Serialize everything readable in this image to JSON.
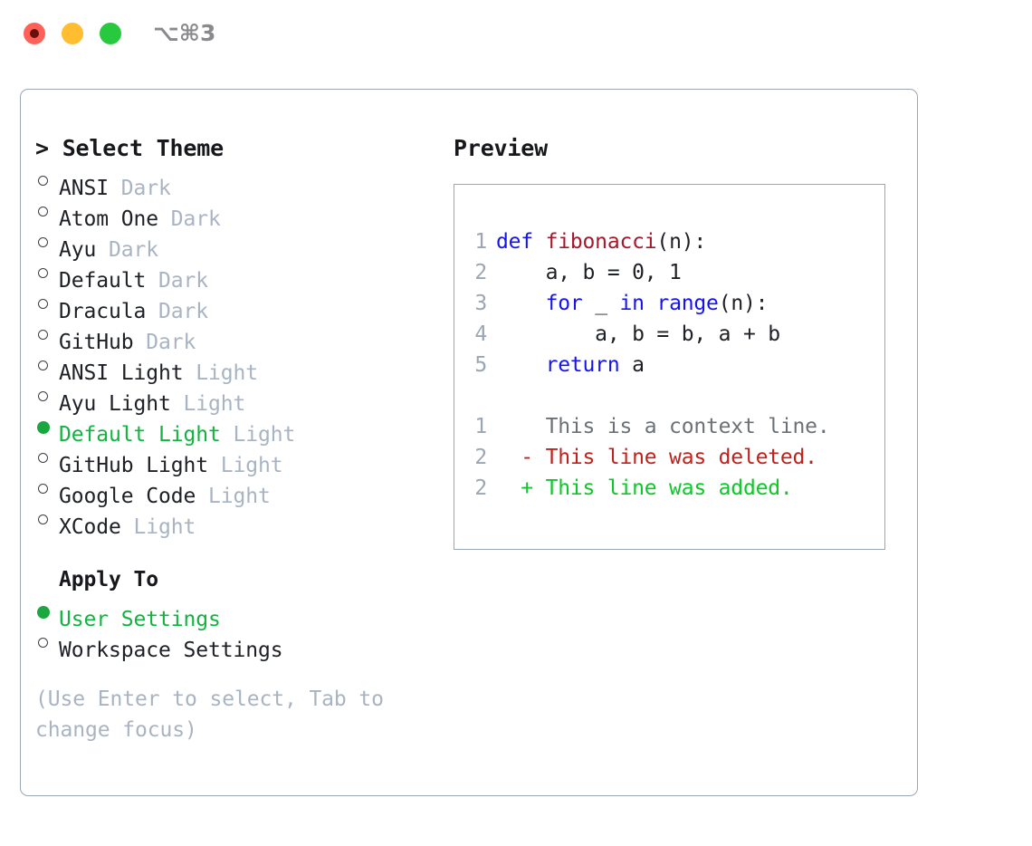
{
  "window": {
    "shortcut": "⌥⌘3",
    "traffic_lights": [
      {
        "name": "close",
        "color": "#ff6159"
      },
      {
        "name": "minimize",
        "color": "#ffbd2f"
      },
      {
        "name": "zoom",
        "color": "#28c93f"
      }
    ]
  },
  "theme_picker": {
    "header": "> Select Theme",
    "selected_color": "#12b341",
    "meta_color": "#a9b4c2",
    "options": [
      {
        "marker": "ring",
        "name": "ANSI",
        "meta": "Dark",
        "selected": false
      },
      {
        "marker": "ring",
        "name": "Atom One",
        "meta": "Dark",
        "selected": false
      },
      {
        "marker": "ring",
        "name": "Ayu",
        "meta": "Dark",
        "selected": false
      },
      {
        "marker": "ring",
        "name": "Default",
        "meta": "Dark",
        "selected": false
      },
      {
        "marker": "ring",
        "name": "Dracula",
        "meta": "Dark",
        "selected": false
      },
      {
        "marker": "ring",
        "name": "GitHub",
        "meta": "Dark",
        "selected": false
      },
      {
        "marker": "ring",
        "name": "ANSI Light",
        "meta": "Light",
        "selected": false
      },
      {
        "marker": "ring",
        "name": "Ayu Light",
        "meta": "Light",
        "selected": false
      },
      {
        "marker": "dot",
        "name": "Default Light",
        "meta": "Light",
        "selected": true
      },
      {
        "marker": "ring",
        "name": "GitHub Light",
        "meta": "Light",
        "selected": false
      },
      {
        "marker": "ring",
        "name": "Google Code",
        "meta": "Light",
        "selected": false
      },
      {
        "marker": "ring",
        "name": "XCode",
        "meta": "Light",
        "selected": false
      }
    ]
  },
  "apply_to": {
    "header": "Apply To",
    "options": [
      {
        "marker": "dot",
        "name": "User Settings",
        "selected": true
      },
      {
        "marker": "ring",
        "name": "Workspace Settings",
        "selected": false
      }
    ]
  },
  "hint": "(Use Enter to select, Tab to change focus)",
  "preview": {
    "header": "Preview",
    "code_lines": [
      {
        "number": "1",
        "spans": [
          {
            "text": "def ",
            "token": "kw"
          },
          {
            "text": "fibonacci",
            "token": "fn"
          },
          {
            "text": "(n):",
            "token": "pl"
          }
        ]
      },
      {
        "number": "2",
        "spans": [
          {
            "text": "    a, b = 0, 1",
            "token": "pl"
          }
        ]
      },
      {
        "number": "3",
        "spans": [
          {
            "text": "    ",
            "token": "pl"
          },
          {
            "text": "for",
            "token": "kw"
          },
          {
            "text": " _ ",
            "token": "pl"
          },
          {
            "text": "in",
            "token": "kw"
          },
          {
            "text": " ",
            "token": "pl"
          },
          {
            "text": "range",
            "token": "kw"
          },
          {
            "text": "(n):",
            "token": "pl"
          }
        ]
      },
      {
        "number": "4",
        "spans": [
          {
            "text": "        a, b = b, a + b",
            "token": "pl"
          }
        ]
      },
      {
        "number": "5",
        "spans": [
          {
            "text": "    ",
            "token": "pl"
          },
          {
            "text": "return",
            "token": "kw"
          },
          {
            "text": " a",
            "token": "pl"
          }
        ]
      }
    ],
    "diff_lines": [
      {
        "number": "1",
        "prefix": "  ",
        "text": "This is a context line.",
        "kind": "ctx"
      },
      {
        "number": "2",
        "prefix": "- ",
        "text": "This line was deleted.",
        "kind": "del"
      },
      {
        "number": "2",
        "prefix": "+ ",
        "text": "This line was added.",
        "kind": "add"
      }
    ]
  }
}
